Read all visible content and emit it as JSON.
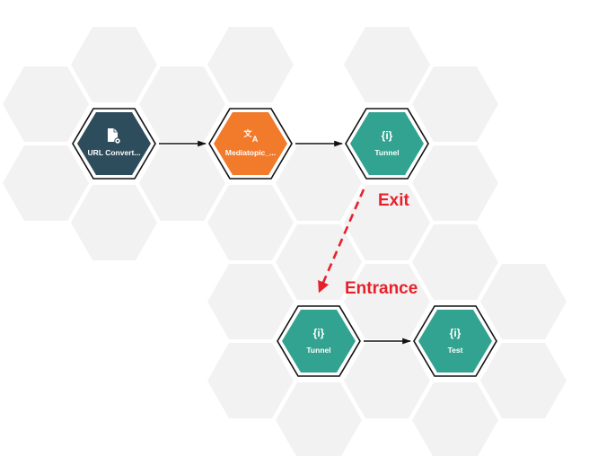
{
  "colors": {
    "background_hex": "#f2f2f2",
    "node_outline": "#111111",
    "url_converter": "#2e4d5c",
    "mediatopic": "#f27a2b",
    "tunnel": "#32a390",
    "edge": "#111111",
    "annotation": "#e8202a"
  },
  "nodes": [
    {
      "id": "url-converter",
      "label": "URL Convert...",
      "icon": "document-gear-icon",
      "color": "#2e4d5c"
    },
    {
      "id": "mediatopic",
      "label": "Mediatopic_...",
      "icon": "translate-icon",
      "color": "#f27a2b"
    },
    {
      "id": "tunnel-exit",
      "label": "Tunnel",
      "icon": "braces-info-icon",
      "icon_text": "{i}",
      "color": "#32a390"
    },
    {
      "id": "tunnel-entrance",
      "label": "Tunnel",
      "icon": "braces-info-icon",
      "icon_text": "{i}",
      "color": "#32a390"
    },
    {
      "id": "test",
      "label": "Test",
      "icon": "braces-info-icon",
      "icon_text": "{i}",
      "color": "#32a390"
    }
  ],
  "edges": [
    {
      "from": "url-converter",
      "to": "mediatopic"
    },
    {
      "from": "mediatopic",
      "to": "tunnel-exit"
    },
    {
      "from": "tunnel-entrance",
      "to": "test"
    }
  ],
  "annotations": {
    "exit_label": "Exit",
    "entrance_label": "Entrance"
  }
}
